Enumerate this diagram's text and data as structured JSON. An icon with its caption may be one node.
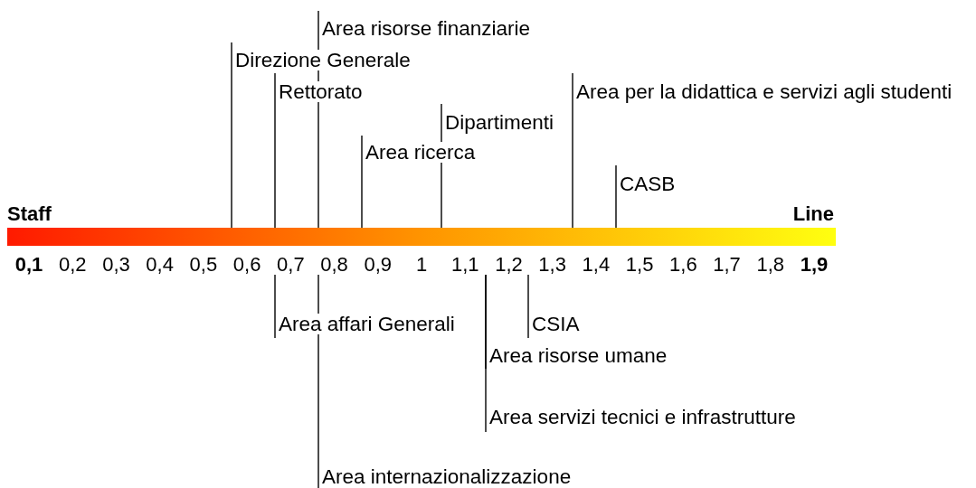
{
  "diagram": {
    "nodes": [
      {
        "text": [
          "Area risorse finanziarie"
        ]
      },
      {
        "text": [
          "Direzione Generale"
        ]
      },
      {
        "text": [
          "Rettorato"
        ]
      },
      {
        "text": [
          "Area per la didattica e servizi agli studenti"
        ]
      },
      {
        "text": [
          "Dipartimenti"
        ]
      },
      {
        "text": [
          "Area ricerca"
        ]
      },
      {
        "text": [
          "CASB"
        ]
      },
      {
        "text": [
          "Area affari Generali"
        ]
      },
      {
        "text": [
          "CSIA"
        ]
      },
      {
        "text": [
          "Area risorse umane"
        ]
      },
      {
        "text": [
          "Area servizi tecnici e infrastrutture"
        ]
      },
      {
        "text": [
          "Area internazionalizzazione"
        ]
      },
      {
        "text": [],
        "shape": "bar",
        "beside": [
          "Staff",
          "Line",
          "0,1",
          "0,2",
          "0,3",
          "0,4",
          "0,5",
          "0,6",
          "0,7",
          "0,8",
          "0,9",
          "1",
          "1,1",
          "1,2",
          "1,3",
          "1,4",
          "1,5",
          "1,6",
          "1,7",
          "1,8",
          "1,9"
        ]
      }
    ],
    "edges": [
      {
        "from": 0,
        "to": 12,
        "arrow": "none"
      },
      {
        "from": 1,
        "to": 12,
        "arrow": "none"
      },
      {
        "from": 2,
        "to": 12,
        "arrow": "none"
      },
      {
        "from": 3,
        "to": 12,
        "arrow": "none"
      },
      {
        "from": 4,
        "to": 12,
        "arrow": "none"
      },
      {
        "from": 5,
        "to": 12,
        "arrow": "none"
      },
      {
        "from": 6,
        "to": 12,
        "arrow": "none"
      },
      {
        "from": 7,
        "to": 12,
        "arrow": "none"
      },
      {
        "from": 8,
        "to": 12,
        "arrow": "none"
      },
      {
        "from": 9,
        "to": 12,
        "arrow": "none"
      },
      {
        "from": 10,
        "to": 12,
        "arrow": "none"
      },
      {
        "from": 11,
        "to": 12,
        "arrow": "none"
      }
    ]
  }
}
